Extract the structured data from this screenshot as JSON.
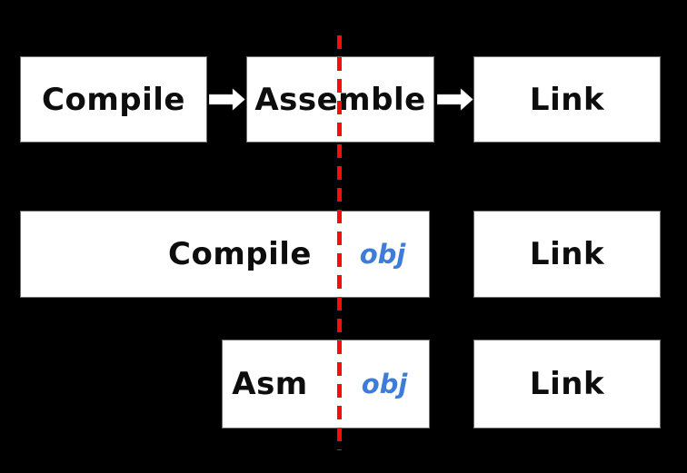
{
  "colors": {
    "background": "#000000",
    "box_fill": "#ffffff",
    "stage_text": "#0d0d0d",
    "artifact_text": "#3d7cd9",
    "divider_line": "#fb0c08",
    "arrow_fill": "#ffffff"
  },
  "top_row": {
    "compile": "Compile",
    "assemble": "Assemble",
    "link": "Link"
  },
  "middle_row": {
    "compile": "Compile",
    "artifact": "obj",
    "link": "Link"
  },
  "bottom_row": {
    "asm": "Asm",
    "artifact": "obj",
    "link": "Link"
  },
  "icons": {
    "flow_arrow": "right-block-arrow-icon",
    "divider": "red-dashed-vertical-line"
  }
}
